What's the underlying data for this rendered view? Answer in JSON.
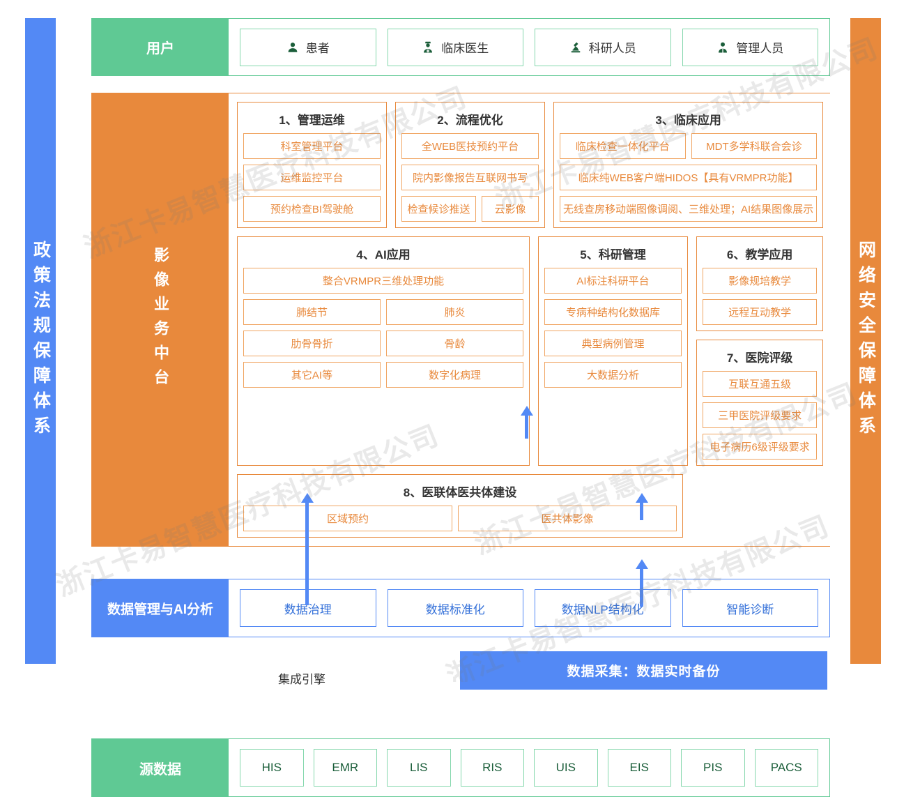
{
  "watermark": "浙江卡易智慧医疗科技有限公司",
  "colors": {
    "green": "#5FC994",
    "orange": "#E8893C",
    "blue": "#5389F5",
    "chip_border": "#F0A562",
    "chip_text": "#E8893C"
  },
  "sidebar_left": {
    "label": "政策法规保障体系"
  },
  "sidebar_right": {
    "label": "网络安全保障体系"
  },
  "user_row": {
    "label": "用户",
    "items": [
      {
        "label": "患者",
        "icon": "person-icon"
      },
      {
        "label": "临床医生",
        "icon": "doctor-icon"
      },
      {
        "label": "科研人员",
        "icon": "microscope-icon"
      },
      {
        "label": "管理人员",
        "icon": "manager-icon"
      }
    ]
  },
  "center_row": {
    "label": "影像业务中台",
    "panels": [
      {
        "title": "1、管理运维",
        "rows": [
          [
            "科室管理平台"
          ],
          [
            "运维监控平台"
          ],
          [
            "预约检查BI驾驶舱"
          ]
        ]
      },
      {
        "title": "2、流程优化",
        "rows": [
          [
            "全WEB医技预约平台"
          ],
          [
            "院内影像报告互联网书写"
          ],
          [
            "检查候诊推送",
            "云影像"
          ]
        ]
      },
      {
        "title": "3、临床应用",
        "rows": [
          [
            "临床检查一体化平台",
            "MDT多学科联合会诊"
          ],
          [
            "临床纯WEB客户端HIDOS【具有VRMPR功能】"
          ],
          [
            "无线查房移动端图像调阅、三维处理；AI结果图像展示"
          ]
        ]
      },
      {
        "title": "4、AI应用",
        "rows": [
          [
            "整合VRMPR三维处理功能"
          ],
          [
            "肺结节",
            "肺炎"
          ],
          [
            "肋骨骨折",
            "骨龄"
          ],
          [
            "其它AI等",
            "数字化病理"
          ]
        ]
      },
      {
        "title": "5、科研管理",
        "rows": [
          [
            "AI标注科研平台"
          ],
          [
            "专病种结构化数据库"
          ],
          [
            "典型病例管理"
          ],
          [
            "大数据分析"
          ]
        ]
      },
      {
        "title": "6、教学应用",
        "rows": [
          [
            "影像规培教学"
          ],
          [
            "远程互动教学"
          ]
        ]
      },
      {
        "title": "7、医院评级",
        "rows": [
          [
            "互联互通五级"
          ],
          [
            "三甲医院评级要求"
          ],
          [
            "电子病历6级评级要求"
          ]
        ]
      },
      {
        "title": "8、医联体医共体建设",
        "rows": [
          [
            "区域预约",
            "医共体影像"
          ]
        ]
      }
    ]
  },
  "data_row": {
    "label": "数据管理与AI分析",
    "items": [
      "数据治理",
      "数据标准化",
      "数据NLP结构化",
      "智能诊断"
    ]
  },
  "connector": {
    "integration_label": "集成引擎",
    "collect_bar_label": "数据采集：数据实时备份"
  },
  "source_row": {
    "label": "源数据",
    "items": [
      "HIS",
      "EMR",
      "LIS",
      "RIS",
      "UIS",
      "EIS",
      "PIS",
      "PACS"
    ]
  }
}
